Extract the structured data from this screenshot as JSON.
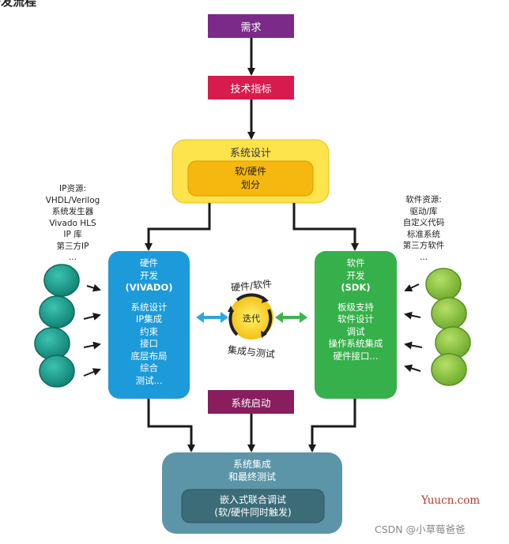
{
  "page": {
    "corner_title": "开发流程",
    "watermark_yuucn": "Yuucn.com",
    "watermark_csdn": "CSDN @小草莓爸爸"
  },
  "flow": {
    "requirements": "需求",
    "tech_specs": "技术指标",
    "system_design": "系统设计",
    "sw_hw_partition": [
      "软/硬件",
      "划分"
    ],
    "hardware_dev": {
      "title": [
        "硬件",
        "开发",
        "(VIVADO)"
      ],
      "items": [
        "系统设计",
        "IP集成",
        "约束",
        "接口",
        "底层布局",
        "综合",
        "测试..."
      ]
    },
    "software_dev": {
      "title": [
        "软件",
        "开发",
        "(SDK)"
      ],
      "items": [
        "板级支持",
        "软件设计",
        "调试",
        "操作系统集成",
        "硬件接口..."
      ]
    },
    "iteration": {
      "top_label": "硬件/软件",
      "center_label": "迭代",
      "bottom_label": "集成与测试"
    },
    "system_boot": "系统启动",
    "integration": [
      "系统集成",
      "和最终测试"
    ],
    "joint_debug": [
      "嵌入式联合调试",
      "(软/硬件同时触发)"
    ]
  },
  "ip_resources": [
    "IP资源:",
    "VHDL/Verilog",
    "系统发生器",
    "Vivado  HLS",
    "IP  库",
    "第三方IP",
    "..."
  ],
  "sw_resources": [
    "软件资源:",
    "驱动/库",
    "自定义代码",
    "标准系统",
    "第三方软件",
    "..."
  ],
  "colors": {
    "purple": "#7b2a8a",
    "red": "#d81b4f",
    "yellow": "#fde34c",
    "orange": "#f6b70f",
    "blue": "#1c9ad9",
    "green": "#36b04a",
    "maroon": "#8a1d5e",
    "teal_box": "#5d95a8",
    "dark_teal": "#3b6c77",
    "teal_disc": "#17a08f",
    "lime_disc": "#8dc63f"
  }
}
